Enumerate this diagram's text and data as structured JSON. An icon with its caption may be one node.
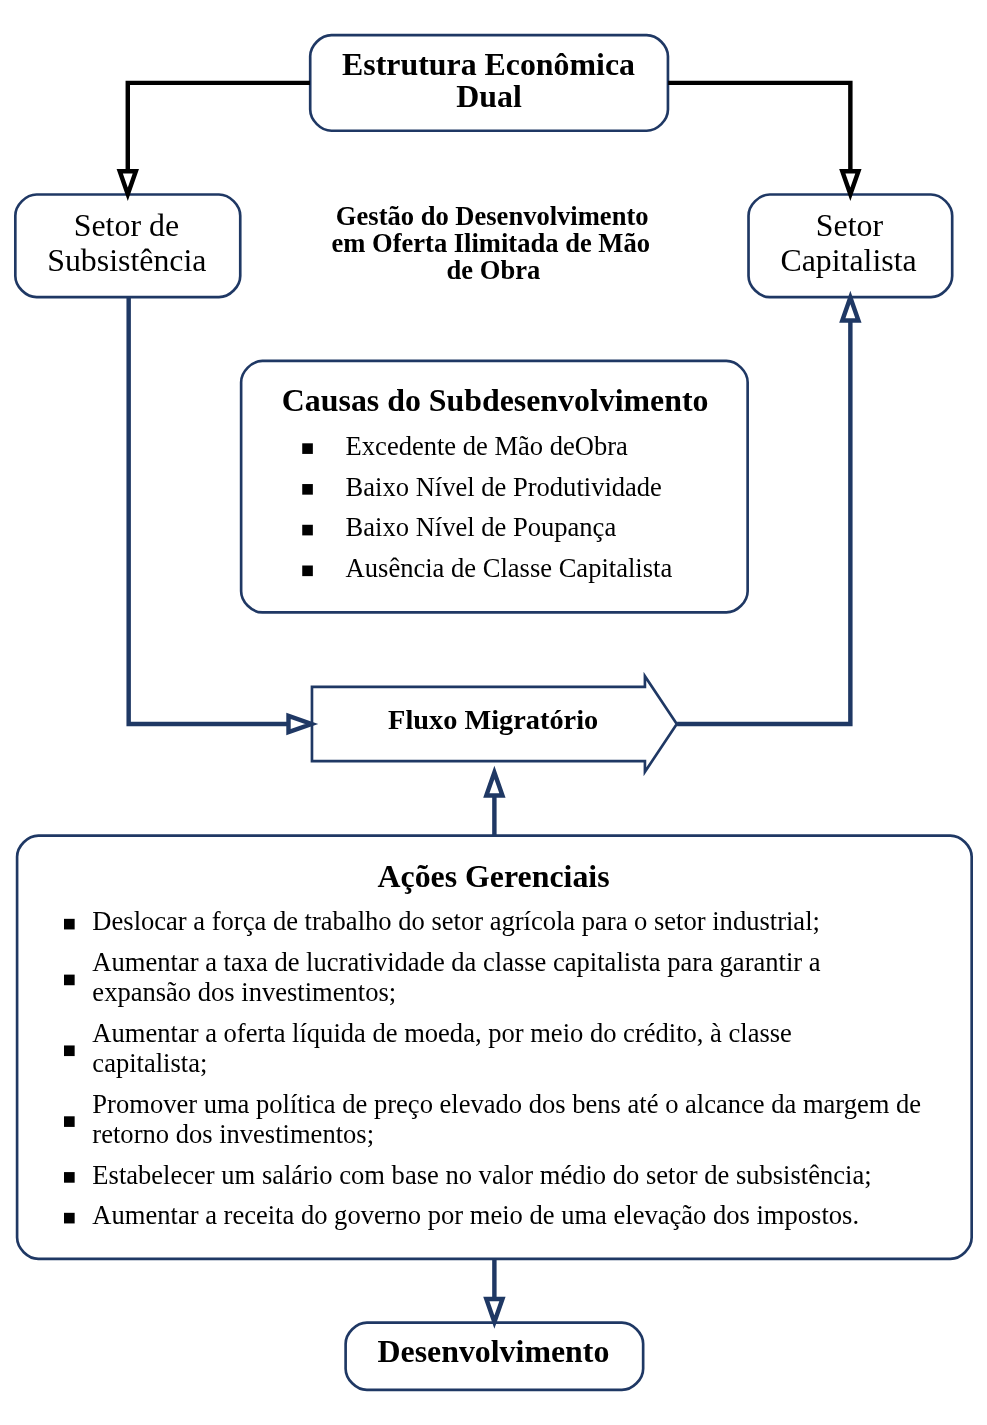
{
  "diagram": {
    "nodes": [
      {
        "text": [
          "Estrutura Econômica Dual"
        ]
      },
      {
        "text": [
          "Setor de Subsistência"
        ]
      },
      {
        "text": [
          "Setor Capitalista"
        ]
      },
      {
        "text": [
          "Causas do Subdesenvolvimento",
          "Excedente de Mão deObra",
          "Baixo Nível de Produtividade",
          "Baixo Nível de Poupança",
          "Ausência de Classe Capitalista"
        ]
      },
      {
        "text": [
          "Fluxo Migratório"
        ]
      },
      {
        "text": [
          "Ações Gerenciais",
          "Deslocar a força de trabalho do setor agrícola para o setor industrial;",
          "Aumentar a taxa de lucratividade da classe capitalista para garantir a expansão dos investimentos;",
          "Aumentar a oferta líquida de moeda, por meio do crédito, à classe capitalista;",
          "Promover uma política de preço elevado dos bens até o alcance da margem de retorno dos investimentos;",
          "Estabelecer um salário com base no valor médio do setor de subsistência;",
          "Aumentar a receita do governo por meio de uma elevação dos impostos."
        ]
      },
      {
        "text": [
          "Desenvolvimento"
        ]
      }
    ],
    "edges": [
      {
        "from": 0,
        "to": 1,
        "arrow": "to",
        "color": "#000000"
      },
      {
        "from": 0,
        "to": 2,
        "arrow": "to",
        "color": "#000000"
      },
      {
        "from": 1,
        "to": 4,
        "arrow": "to"
      },
      {
        "from": 4,
        "to": 2,
        "arrow": "to"
      },
      {
        "from": 5,
        "to": 4,
        "arrow": "to"
      },
      {
        "from": 5,
        "to": 6,
        "arrow": "to"
      }
    ],
    "labels": [
      "Gestão do Desenvolvimento em Oferta Ilimitada de Mão de Obra"
    ]
  }
}
